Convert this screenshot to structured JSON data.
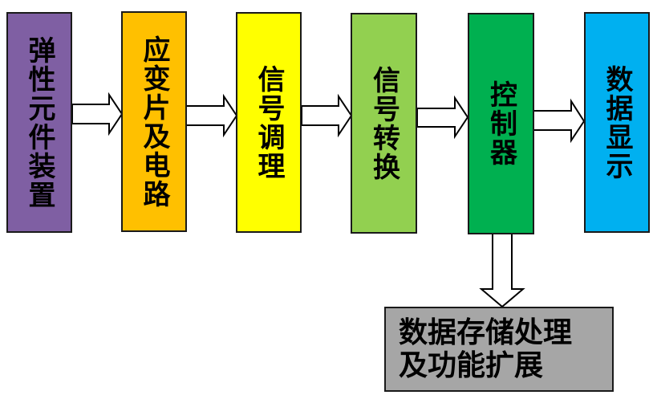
{
  "diagram": {
    "blocks": [
      {
        "id": "elastic",
        "label": "弹性元件装置",
        "color": "#7f5fa3"
      },
      {
        "id": "strain",
        "label": "应变片及电路",
        "color": "#ffc000"
      },
      {
        "id": "conditioning",
        "label": "信号调理",
        "color": "#ffff00"
      },
      {
        "id": "conversion",
        "label": "信号转换",
        "color": "#92d050"
      },
      {
        "id": "controller",
        "label": "控制器",
        "color": "#00b050"
      },
      {
        "id": "display",
        "label": "数据显示",
        "color": "#00b0f0"
      }
    ],
    "storage_block": {
      "line1": "数据存储处理",
      "line2": "及功能扩展",
      "color": "#a6a6a6"
    },
    "arrows": [
      {
        "from": "elastic",
        "to": "strain"
      },
      {
        "from": "strain",
        "to": "conditioning"
      },
      {
        "from": "conditioning",
        "to": "conversion"
      },
      {
        "from": "conversion",
        "to": "controller"
      },
      {
        "from": "controller",
        "to": "display"
      },
      {
        "from": "controller",
        "to": "storage"
      }
    ]
  }
}
